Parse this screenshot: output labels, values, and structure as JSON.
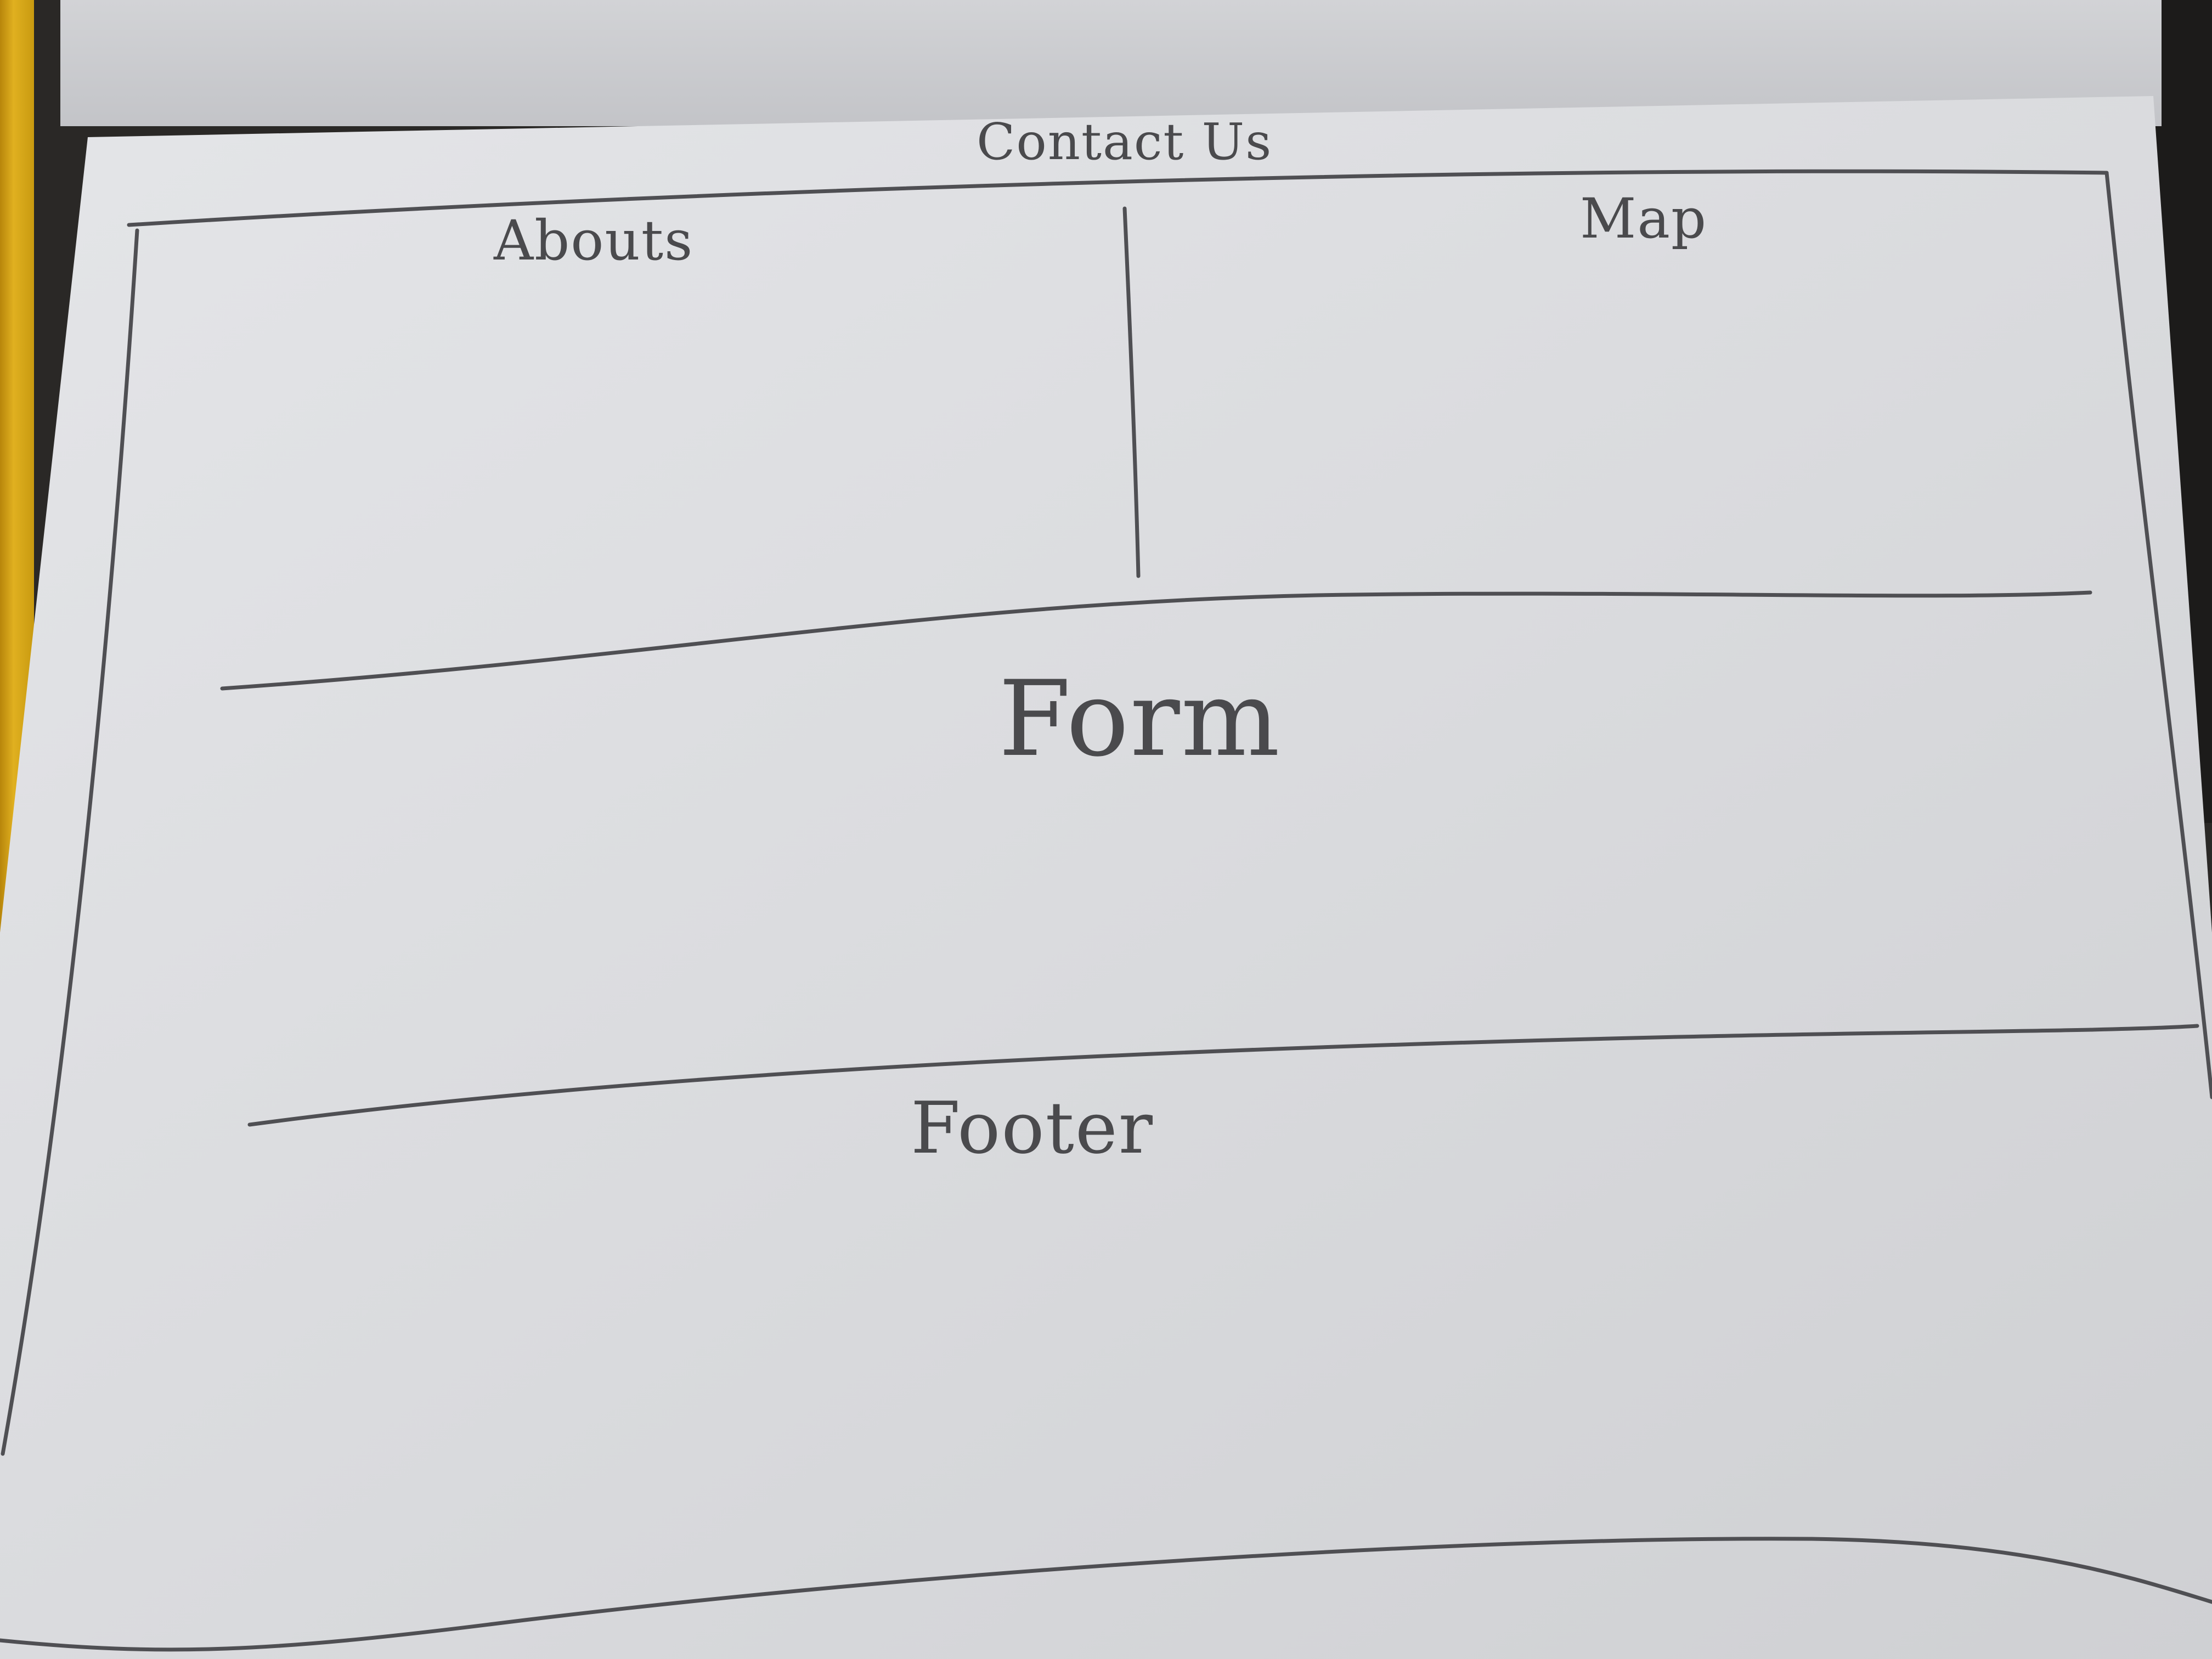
{
  "sketch": {
    "title": "Contact Us",
    "sections": {
      "about_us": "Abouts",
      "map": "Map",
      "form": "Form",
      "footer": "Footer"
    }
  },
  "colors": {
    "paper": "#dcdde0",
    "ink": "#4a4a4d",
    "desk": "#2a2826",
    "pencil": "#d4a514"
  }
}
